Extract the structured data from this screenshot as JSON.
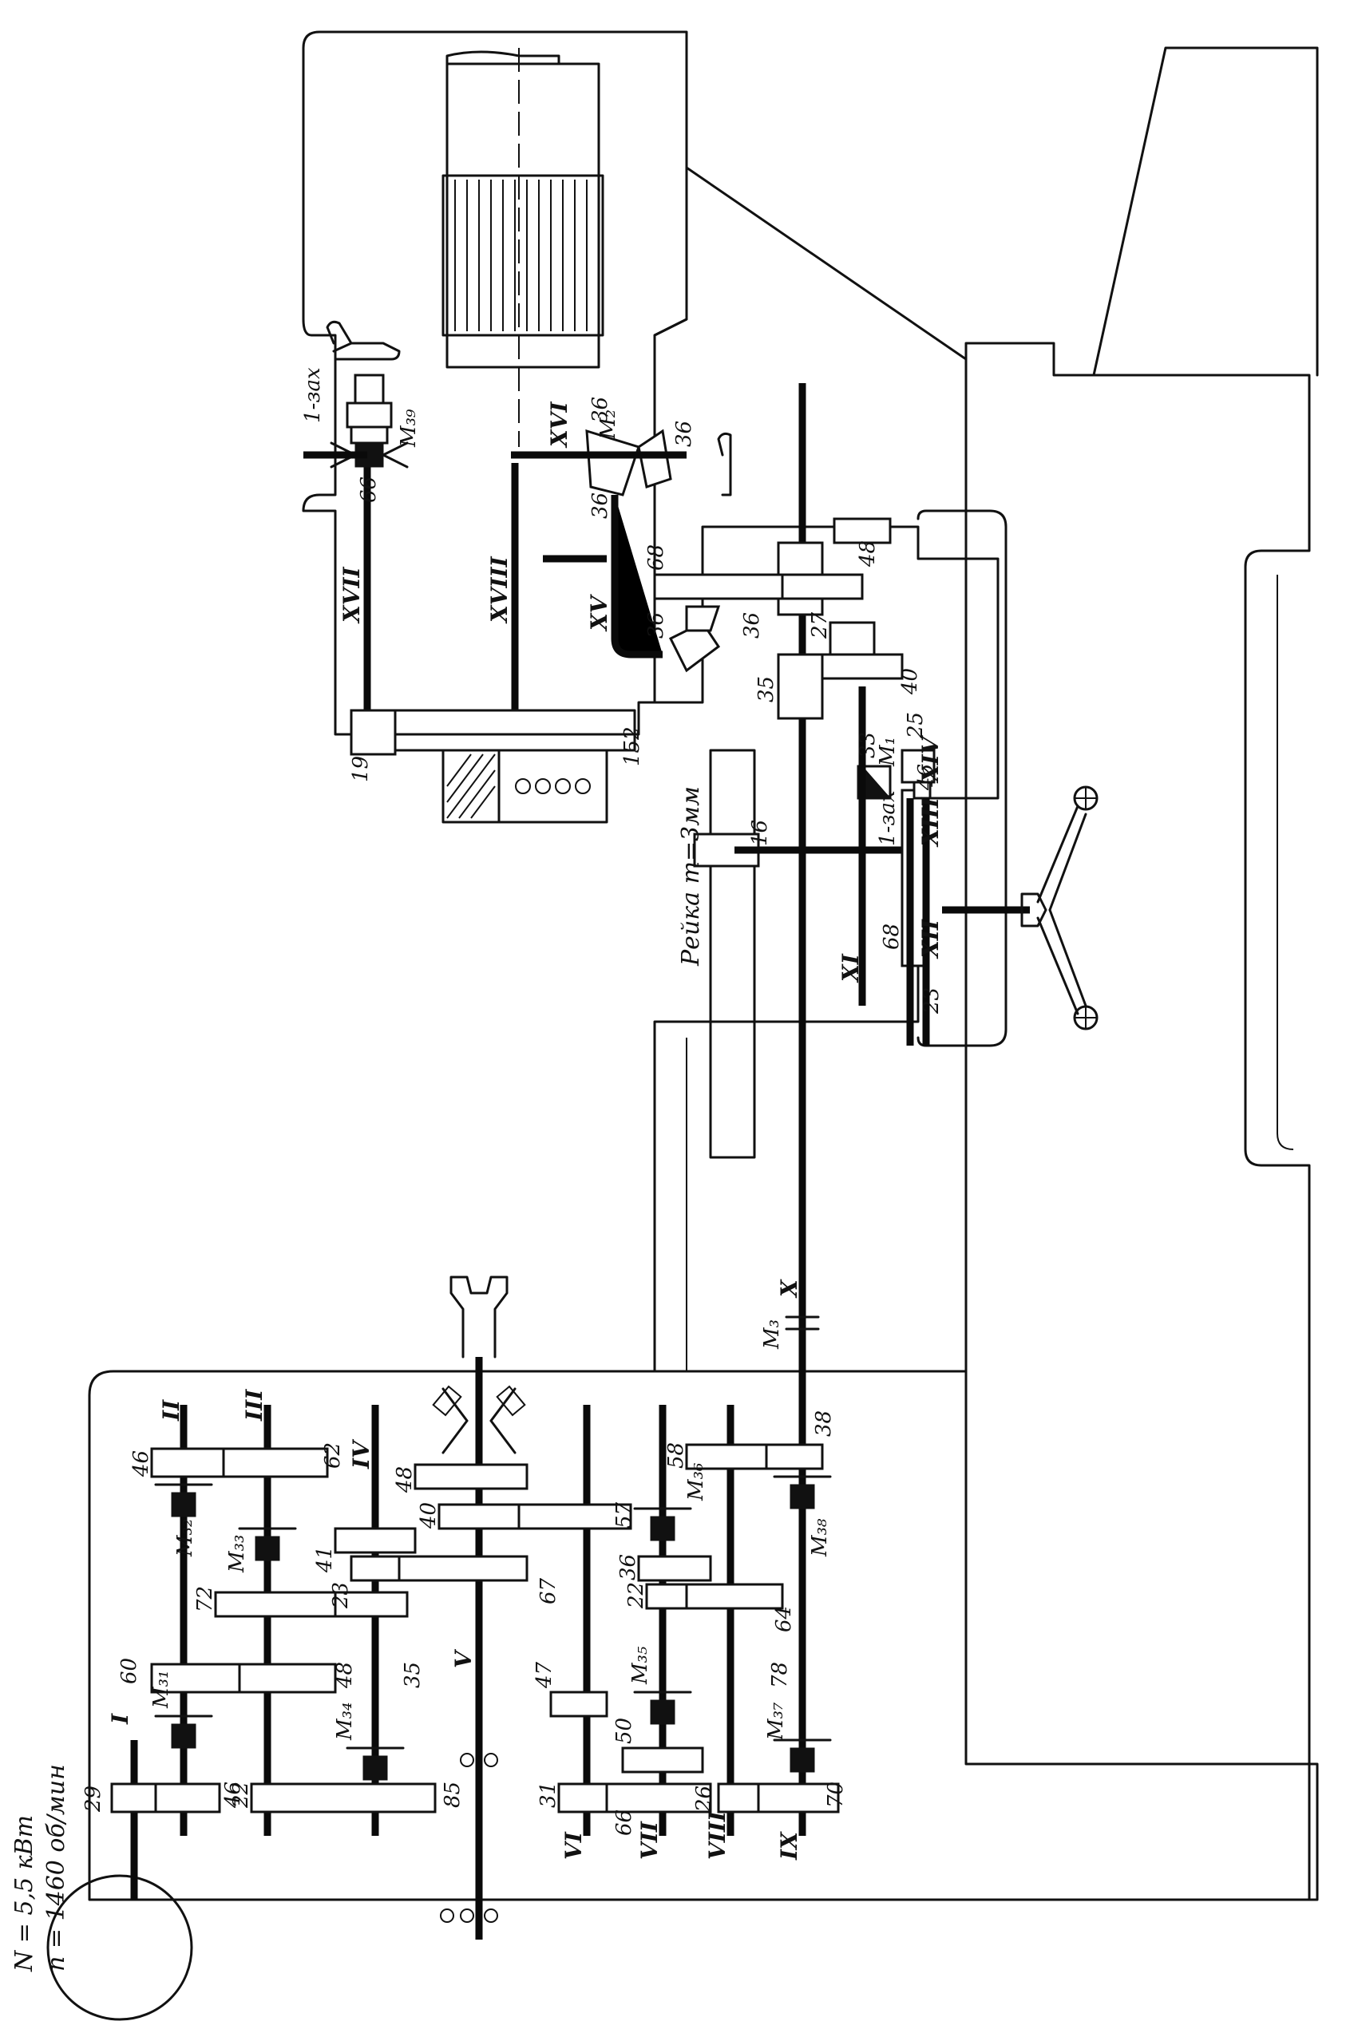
{
  "motor": {
    "power": "N = 5,5 кВт",
    "speed": "n = 1460 об/мин"
  },
  "rack": {
    "label": "Рейка m=3мм"
  },
  "shafts": [
    "I",
    "II",
    "III",
    "IV",
    "V",
    "VI",
    "VII",
    "VIII",
    "IX",
    "X",
    "XI",
    "XII",
    "XIII",
    "XIV",
    "XV",
    "XVI",
    "XVII",
    "XVIII"
  ],
  "clutches": [
    "M₃₁",
    "M₃₂",
    "M₃₃",
    "M₃₄",
    "M₃₅",
    "M₃₆",
    "M₃₇",
    "M₃₈",
    "M₃₉",
    "M₃",
    "M₁",
    "M₂"
  ],
  "gears": {
    "shaft1": [
      "29",
      "46"
    ],
    "shaft2": [
      "60",
      "46"
    ],
    "shaft3": [
      "62",
      "72",
      "48",
      "22"
    ],
    "shaft4": [
      "41",
      "23",
      "35",
      "85"
    ],
    "shaft5": [
      "48",
      "40",
      "67",
      "57"
    ],
    "shaft6": [
      "47",
      "31"
    ],
    "shaft7": [
      "50",
      "66"
    ],
    "shaft8": [
      "58",
      "36",
      "22",
      "26"
    ],
    "shaft9": [
      "38",
      "64",
      "78",
      "70"
    ],
    "apron": [
      "16",
      "68",
      "23",
      "46",
      "25",
      "33",
      "40",
      "27",
      "35",
      "48",
      "68",
      "36",
      "36",
      "36",
      "36",
      "36",
      "66",
      "19",
      "152"
    ]
  },
  "single_start": [
    "1-зах",
    "1-зах"
  ]
}
